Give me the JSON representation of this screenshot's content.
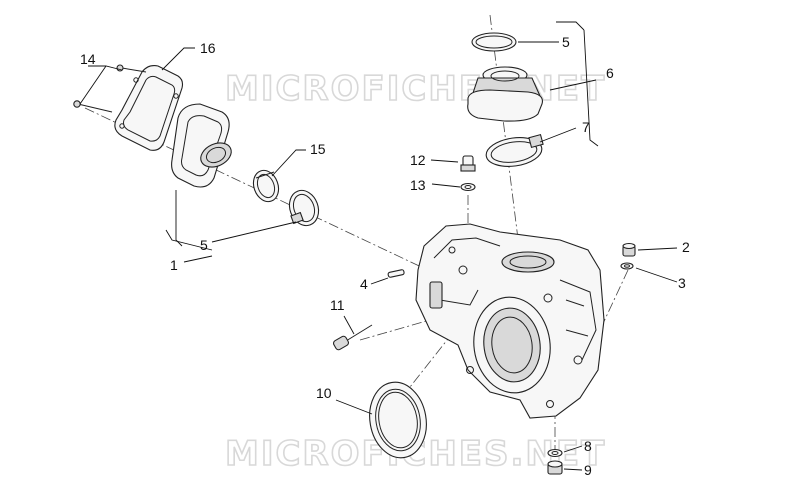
{
  "watermarks": [
    "MICROFICHES.NET",
    "MICROFICHES.NET"
  ],
  "callouts": {
    "c1": "1",
    "c2": "2",
    "c3": "3",
    "c4": "4",
    "c5a": "5",
    "c5b": "5",
    "c6": "6",
    "c7": "7",
    "c8": "8",
    "c9": "9",
    "c10": "10",
    "c11": "11",
    "c12": "12",
    "c13": "13",
    "c14": "14",
    "c15": "15",
    "c16": "16"
  },
  "icons": {
    "main": "throttle-body-housing",
    "boot": "intake-boot",
    "flange": "air-filter-flange",
    "clamp": "hose-clamp",
    "screw": "screw",
    "seal": "o-ring-seal"
  }
}
